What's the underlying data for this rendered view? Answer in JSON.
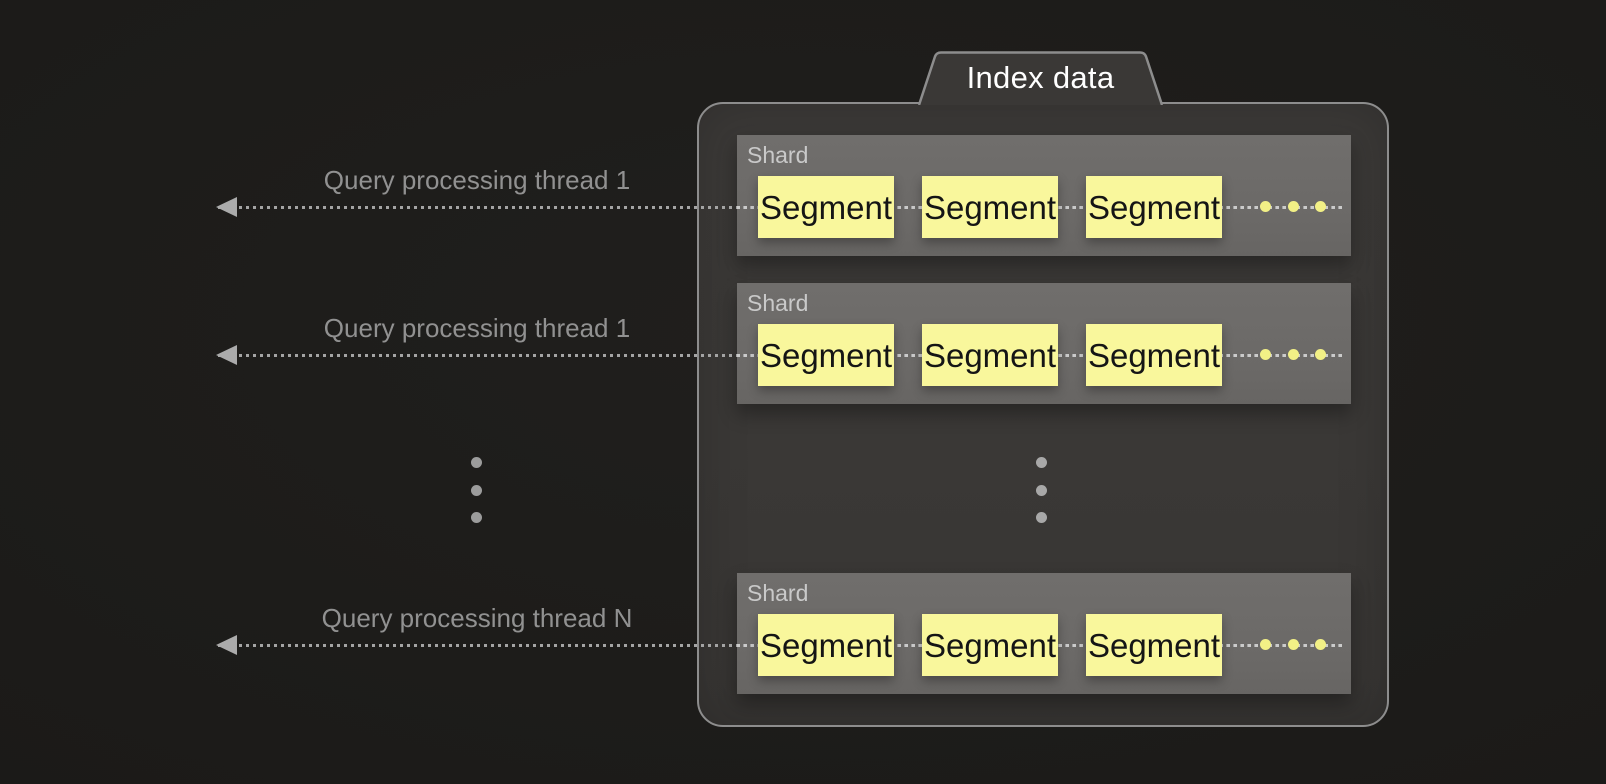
{
  "title_tab": {
    "label": "Index data"
  },
  "threads": [
    {
      "label": "Query processing thread 1"
    },
    {
      "label": "Query processing thread 1"
    },
    {
      "label": "Query processing thread N"
    }
  ],
  "shards": [
    {
      "label": "Shard",
      "segments": [
        {
          "label": "Segment"
        },
        {
          "label": "Segment"
        },
        {
          "label": "Segment"
        }
      ],
      "has_more_segments": true
    },
    {
      "label": "Shard",
      "segments": [
        {
          "label": "Segment"
        },
        {
          "label": "Segment"
        },
        {
          "label": "Segment"
        }
      ],
      "has_more_segments": true
    },
    {
      "label": "Shard",
      "segments": [
        {
          "label": "Segment"
        },
        {
          "label": "Segment"
        },
        {
          "label": "Segment"
        }
      ],
      "has_more_segments": true
    }
  ],
  "icons": {
    "arrow": "left-arrow-dotted",
    "more_segments": "horizontal-ellipsis-yellow-dots",
    "more_threads": "vertical-ellipsis-dots",
    "more_shards": "vertical-ellipsis-dots"
  },
  "colors": {
    "background": "#1b1a18",
    "panel_fill": "#3a3836",
    "panel_border": "#8d8d8d",
    "shard_fill": "#6c6a68",
    "shard_label": "#c9c9c9",
    "segment_fill": "#f9f79c",
    "segment_text": "#151515",
    "thread_line": "#a4a4a4",
    "thread_label": "#919191",
    "tab_text": "#ffffff",
    "ellipsis_gray": "#9c9c9c",
    "ellipsis_yellow": "#f2f086"
  }
}
